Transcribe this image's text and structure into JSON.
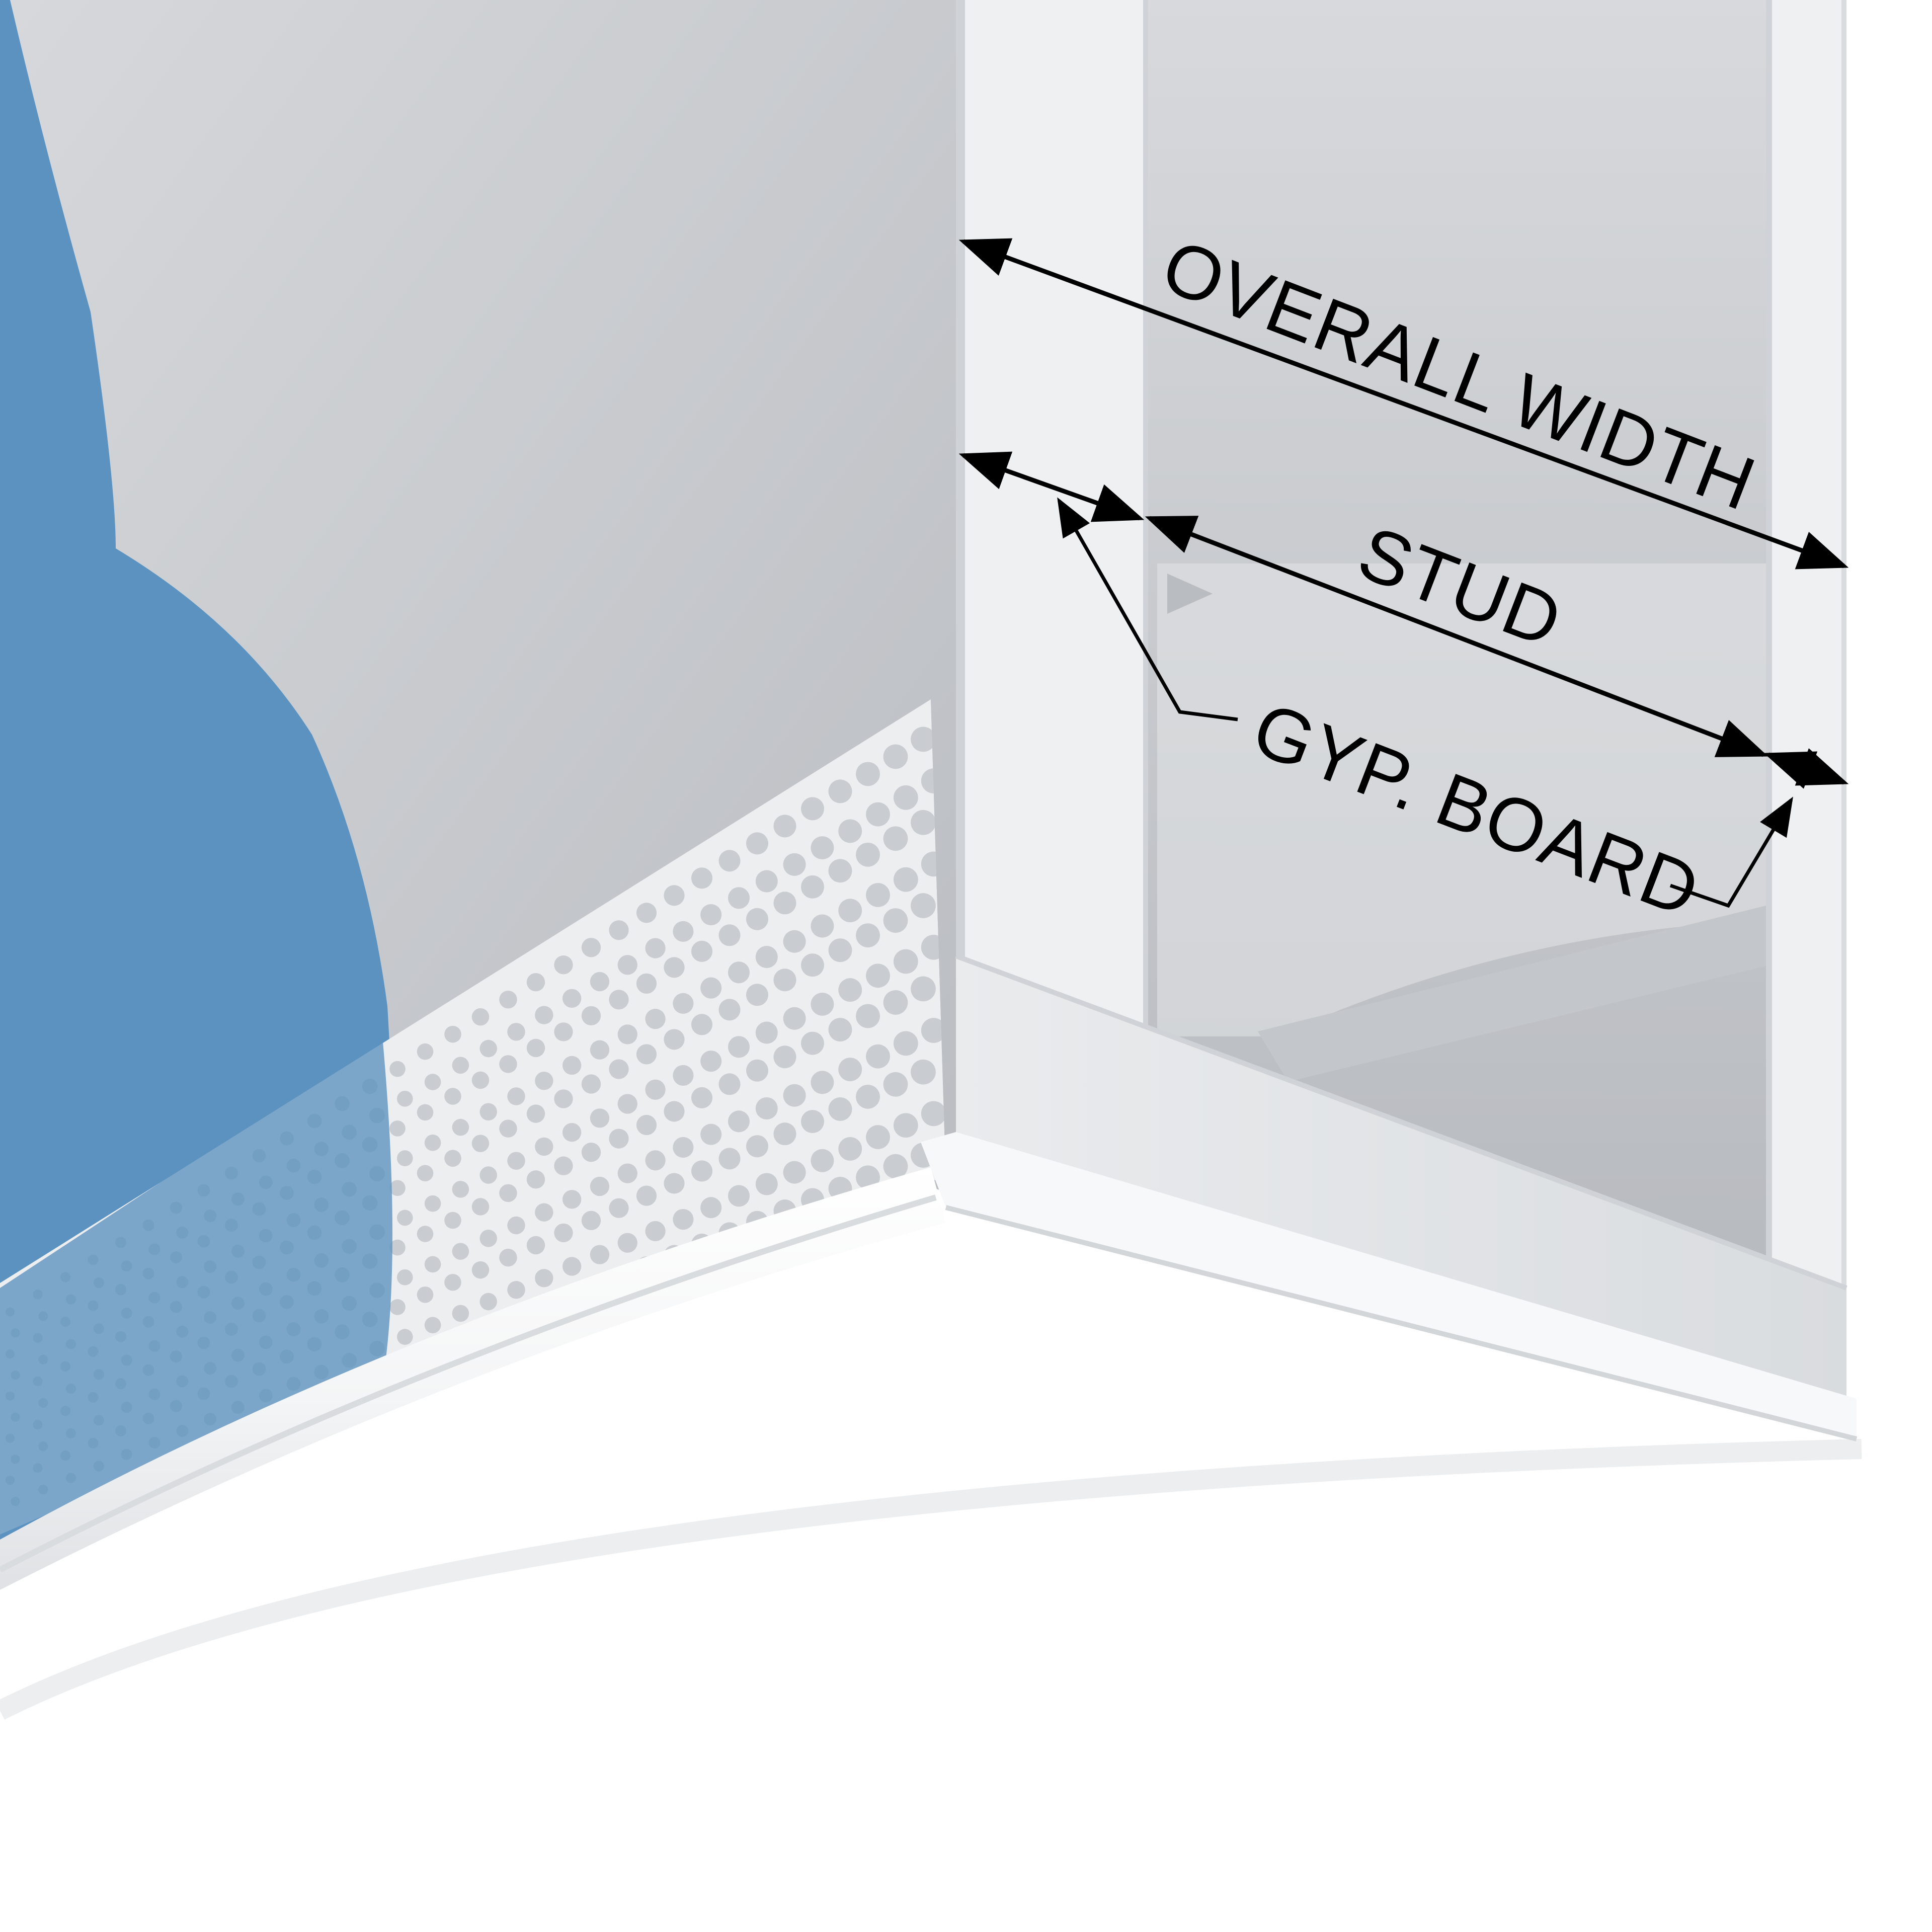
{
  "labels": {
    "overall_width": "OVERALL WIDTH",
    "stud": "STUD",
    "gyp_board": "GYP. BOARD"
  },
  "colors": {
    "background": "#ffffff",
    "back_wall": "#c4c7cb",
    "blue_coating": "#5b92bf",
    "board": "#eef0f2",
    "board_edge": "#cfd2d6",
    "mesh": "#eceef0",
    "trim": "#f2f3f4",
    "dimension": "#000000"
  }
}
